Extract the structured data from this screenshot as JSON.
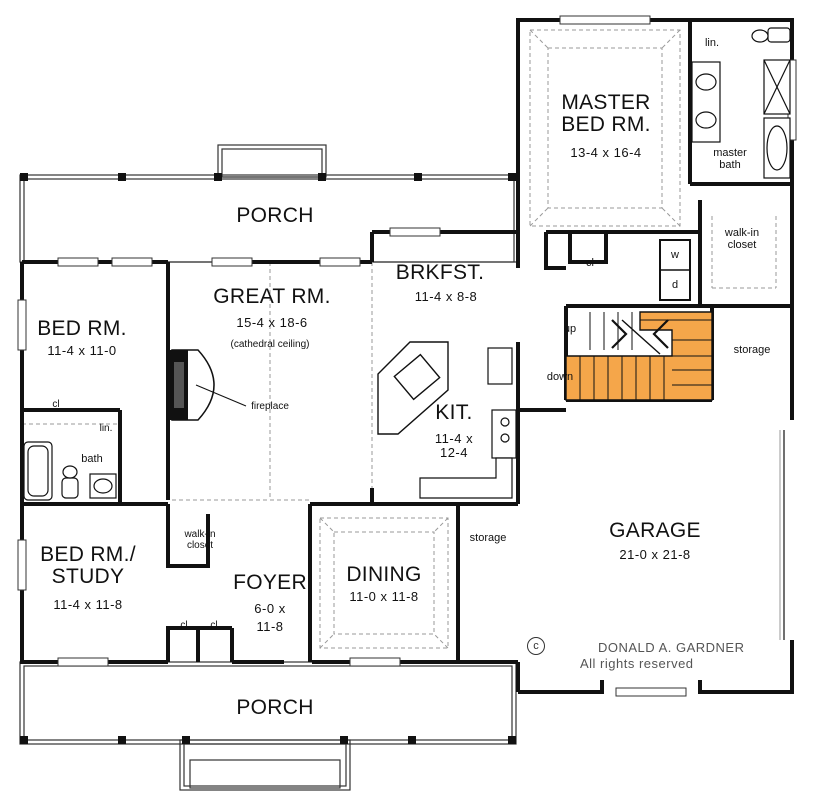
{
  "rooms": {
    "master": {
      "name_l1": "MASTER",
      "name_l2": "BED RM.",
      "dim": "13-4  x  16-4"
    },
    "master_bath": {
      "l1": "master",
      "l2": "bath"
    },
    "lin_top": "lin.",
    "walkin_master": {
      "l1": "walk-in",
      "l2": "closet"
    },
    "laundry": {
      "w": "w",
      "d": "d"
    },
    "cl_top": "cl",
    "porch_top": "PORCH",
    "porch_bottom": "PORCH",
    "brkfst": {
      "name": "BRKFST.",
      "dim": "11-4  x  8-8"
    },
    "great": {
      "name": "GREAT RM.",
      "dim": "15-4  x  18-6",
      "note": "(cathedral ceiling)"
    },
    "fireplace": "fireplace",
    "bed": {
      "name": "BED RM.",
      "dim": "11-4  x  11-0"
    },
    "cl_bed": "cl",
    "lin_bed": "lin.",
    "bath": "bath",
    "kit": {
      "name": "KIT.",
      "dim_l1": "11-4  x",
      "dim_l2": "12-4"
    },
    "stairs": {
      "up": "up",
      "down": "down"
    },
    "storage_right": "storage",
    "storage_left": "storage",
    "garage": {
      "name": "GARAGE",
      "dim": "21-0  x  21-8"
    },
    "study": {
      "name_l1": "BED RM./",
      "name_l2": "STUDY",
      "dim": "11-4  x  11-8"
    },
    "walkin_study": {
      "l1": "walk-in",
      "l2": "closet"
    },
    "foyer": {
      "name": "FOYER",
      "dim_l1": "6-0  x",
      "dim_l2": "11-8"
    },
    "cl_foyer_1": "cl",
    "cl_foyer_2": "cl",
    "dining": {
      "name": "DINING",
      "dim": "11-0  x  11-8"
    }
  },
  "copyright": {
    "symbol": "c",
    "l1": "DONALD  A.  GARDNER",
    "l2": "All  rights  reserved"
  },
  "colors": {
    "wall": "#111111",
    "stair_fill": "#f5a64a",
    "dashed": "#999999"
  }
}
